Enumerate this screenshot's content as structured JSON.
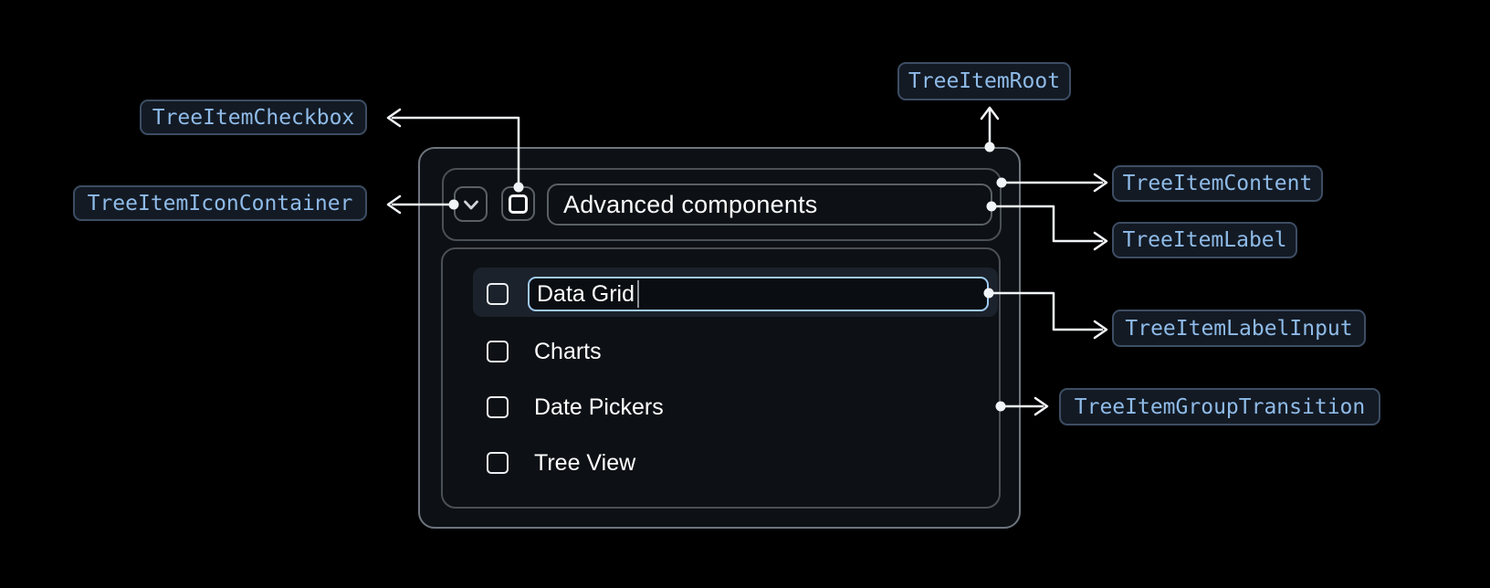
{
  "anatomy_labels": {
    "root": "TreeItemRoot",
    "checkbox": "TreeItemCheckbox",
    "icon_container": "TreeItemIconContainer",
    "content": "TreeItemContent",
    "label": "TreeItemLabel",
    "label_input": "TreeItemLabelInput",
    "group_transition": "TreeItemGroupTransition"
  },
  "tree": {
    "parent": {
      "label": "Advanced components",
      "expanded": true,
      "checked": false
    },
    "editing_item": {
      "value": "Data Grid",
      "checked": false
    },
    "items": [
      {
        "label": "Charts",
        "checked": false
      },
      {
        "label": "Date Pickers",
        "checked": false
      },
      {
        "label": "Tree View",
        "checked": false
      }
    ]
  },
  "colors": {
    "page_bg": "#000000",
    "root_bg": "#0D1014",
    "root_border": "#6E757E",
    "box_border": "#4A5056",
    "control_border": "#5A6066",
    "highlight_bg": "#1C222B",
    "input_border": "#9FCAF4",
    "input_bg": "#0A0D11",
    "item_text": "#FFFFFF",
    "badge_bg": "#131A24",
    "badge_border": "#3D4D63",
    "badge_text": "#8FBBE8",
    "connector": "#F2F5F8"
  }
}
